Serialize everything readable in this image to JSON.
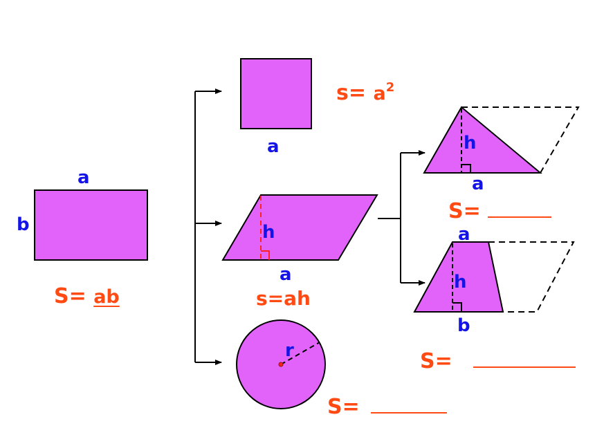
{
  "colors": {
    "shape_fill": "#E163FA",
    "label_blue": "#1414E6",
    "formula_red": "#FF4A14"
  },
  "rectangle": {
    "side_top": "a",
    "side_left": "b",
    "formula_prefix": "S=",
    "formula_value": "ab"
  },
  "square": {
    "side": "a",
    "formula_prefix": "s=",
    "formula_base": "a",
    "formula_exp": "2"
  },
  "parallelogram": {
    "height": "h",
    "base": "a",
    "formula": "s=ah"
  },
  "circle": {
    "radius": "r",
    "formula_prefix": "S="
  },
  "triangle": {
    "height": "h",
    "base": "a",
    "formula_prefix": "S="
  },
  "trapezoid": {
    "top": "a",
    "height": "h",
    "bottom": "b",
    "formula_prefix": "S="
  }
}
